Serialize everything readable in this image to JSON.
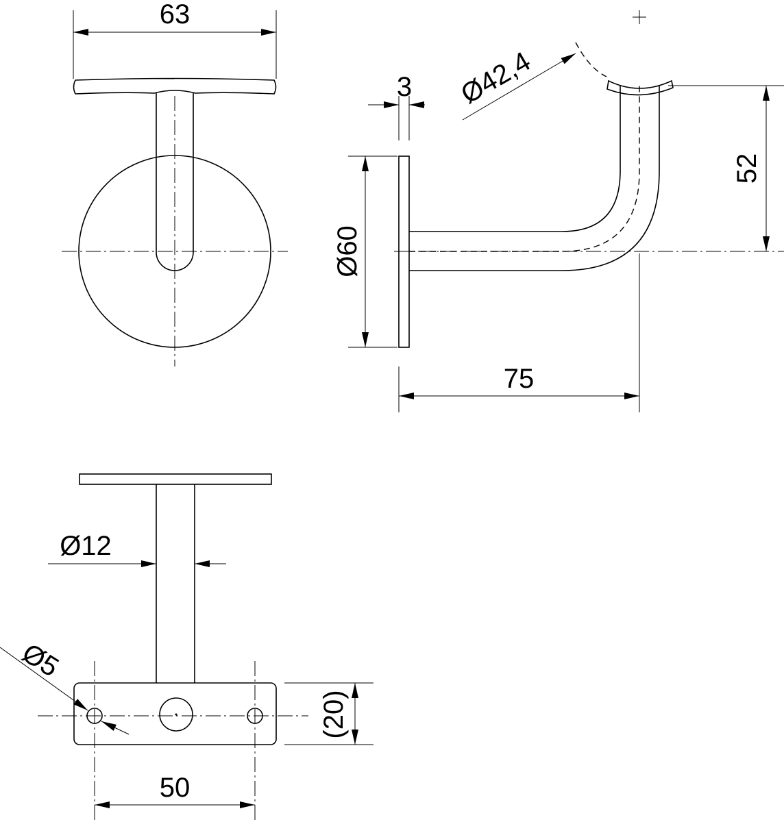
{
  "drawing": {
    "title": "Handrail bracket technical drawing",
    "dimensions": {
      "plate_width": "63",
      "plate_thickness": "3",
      "rail_diameter": "Ø42,4",
      "height": "52",
      "disc_diameter": "Ø60",
      "projection": "75",
      "stem_diameter": "Ø12",
      "hole_diameter": "Ø5",
      "base_width": "(20)",
      "hole_spacing": "50"
    }
  }
}
